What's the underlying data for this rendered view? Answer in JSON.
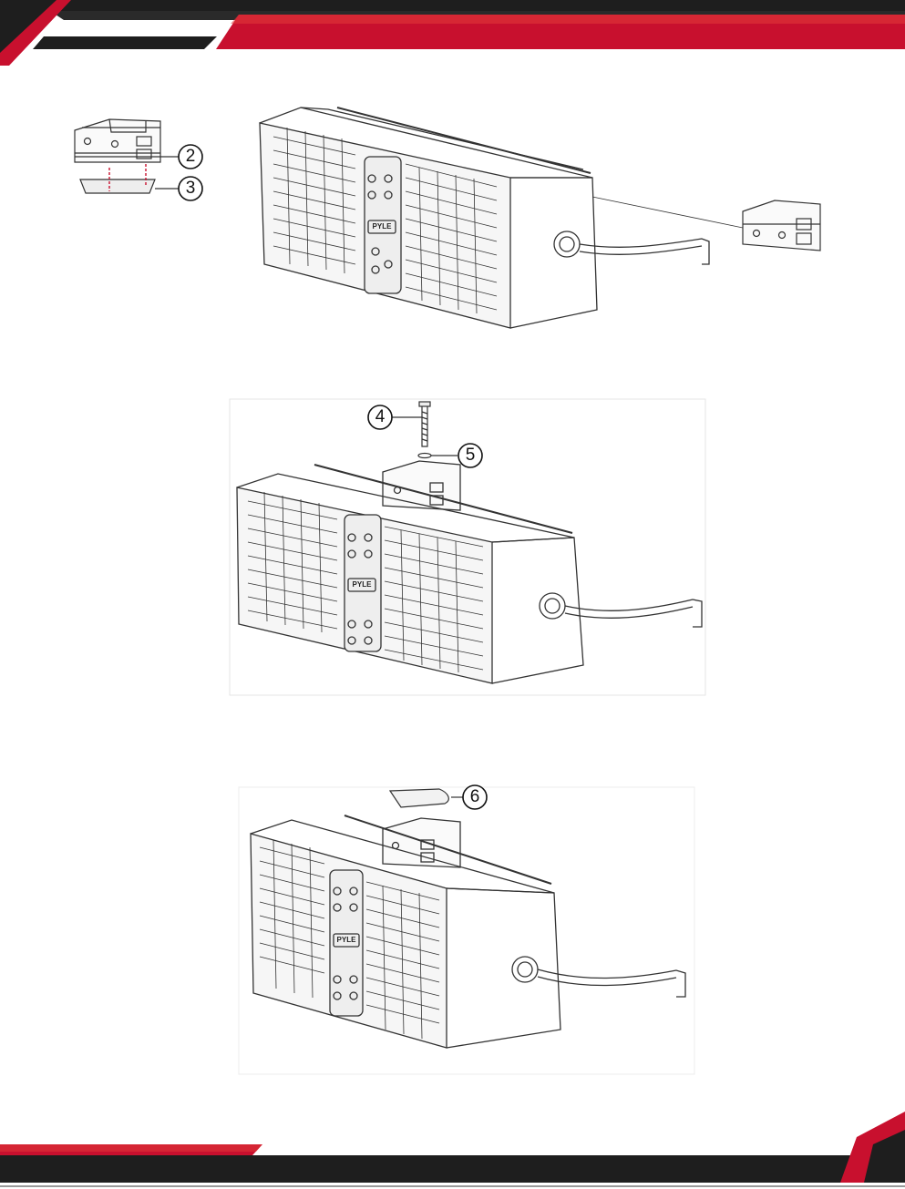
{
  "header": {
    "brand_color": "#c8102e",
    "dark_color": "#1e1e1e"
  },
  "footer": {
    "brand_color": "#c8102e",
    "dark_color": "#1e1e1e"
  },
  "figures": [
    {
      "id": "step-1",
      "callouts": [
        {
          "label": "2"
        },
        {
          "label": "3"
        }
      ],
      "unit_badge": "PYLE"
    },
    {
      "id": "step-2",
      "callouts": [
        {
          "label": "4"
        },
        {
          "label": "5"
        }
      ],
      "unit_badge": "PYLE"
    },
    {
      "id": "step-3",
      "callouts": [
        {
          "label": "6"
        }
      ],
      "unit_badge": "PYLE"
    }
  ]
}
